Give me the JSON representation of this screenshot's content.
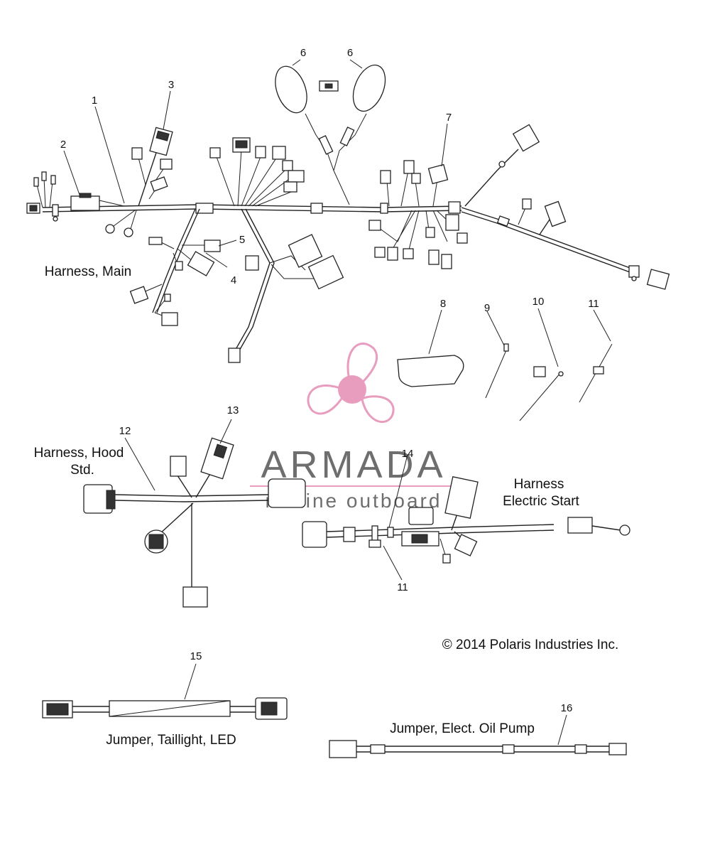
{
  "callouts": {
    "c1": "1",
    "c2": "2",
    "c3": "3",
    "c4": "4",
    "c5": "5",
    "c6a": "6",
    "c6b": "6",
    "c7": "7",
    "c8": "8",
    "c9": "9",
    "c10": "10",
    "c11a": "11",
    "c11b": "11",
    "c12": "12",
    "c13": "13",
    "c14": "14",
    "c15": "15",
    "c16": "16"
  },
  "captions": {
    "harness_main": "Harness, Main",
    "harness_hood_line1": "Harness, Hood",
    "harness_hood_line2": "Std.",
    "harness_elec_line1": "Harness",
    "harness_elec_line2": "Electric Start",
    "jumper_taillight": "Jumper, Taillight, LED",
    "jumper_oil_pump": "Jumper, Elect. Oil Pump"
  },
  "copyright": "© 2014 Polaris Industries Inc.",
  "watermark": {
    "brand": "ARMADA",
    "tagline": "marine outboard",
    "logo_color": "#e48cb5",
    "text_color": "#555555"
  }
}
